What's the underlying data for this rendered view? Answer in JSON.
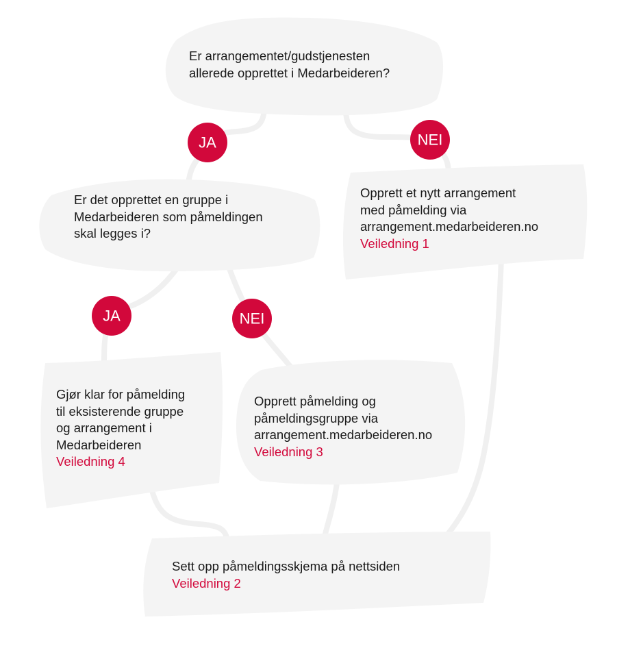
{
  "nodes": {
    "q1": {
      "text": "Er arrangementet/gudstjenesten\nallerede opprettet i Medarbeideren?"
    },
    "q2": {
      "text": "Er det opprettet en gruppe i\nMedarbeideren som påmeldingen\nskal legges i?"
    },
    "r1": {
      "text": "Opprett et nytt arrangement\nmed påmelding via\narrangement.medarbeideren.no",
      "link": "Veiledning 1"
    },
    "r4": {
      "text": "Gjør klar for påmelding\ntil eksisterende gruppe\nog arrangement i\nMedarbeideren",
      "link": "Veiledning 4"
    },
    "r3": {
      "text": "Opprett påmelding og\npåmeldingsgruppe via\narrangement.medarbeideren.no",
      "link": "Veiledning 3"
    },
    "r2": {
      "text": "Sett opp påmeldingsskjema på nettsiden",
      "link": "Veiledning 2"
    }
  },
  "badges": {
    "ja1": "JA",
    "nei1": "NEI",
    "ja2": "JA",
    "nei2": "NEI"
  },
  "colors": {
    "accent": "#d2083b",
    "box": "#f4f4f4",
    "connector": "#f0f0f0",
    "text": "#1a1a1a"
  }
}
